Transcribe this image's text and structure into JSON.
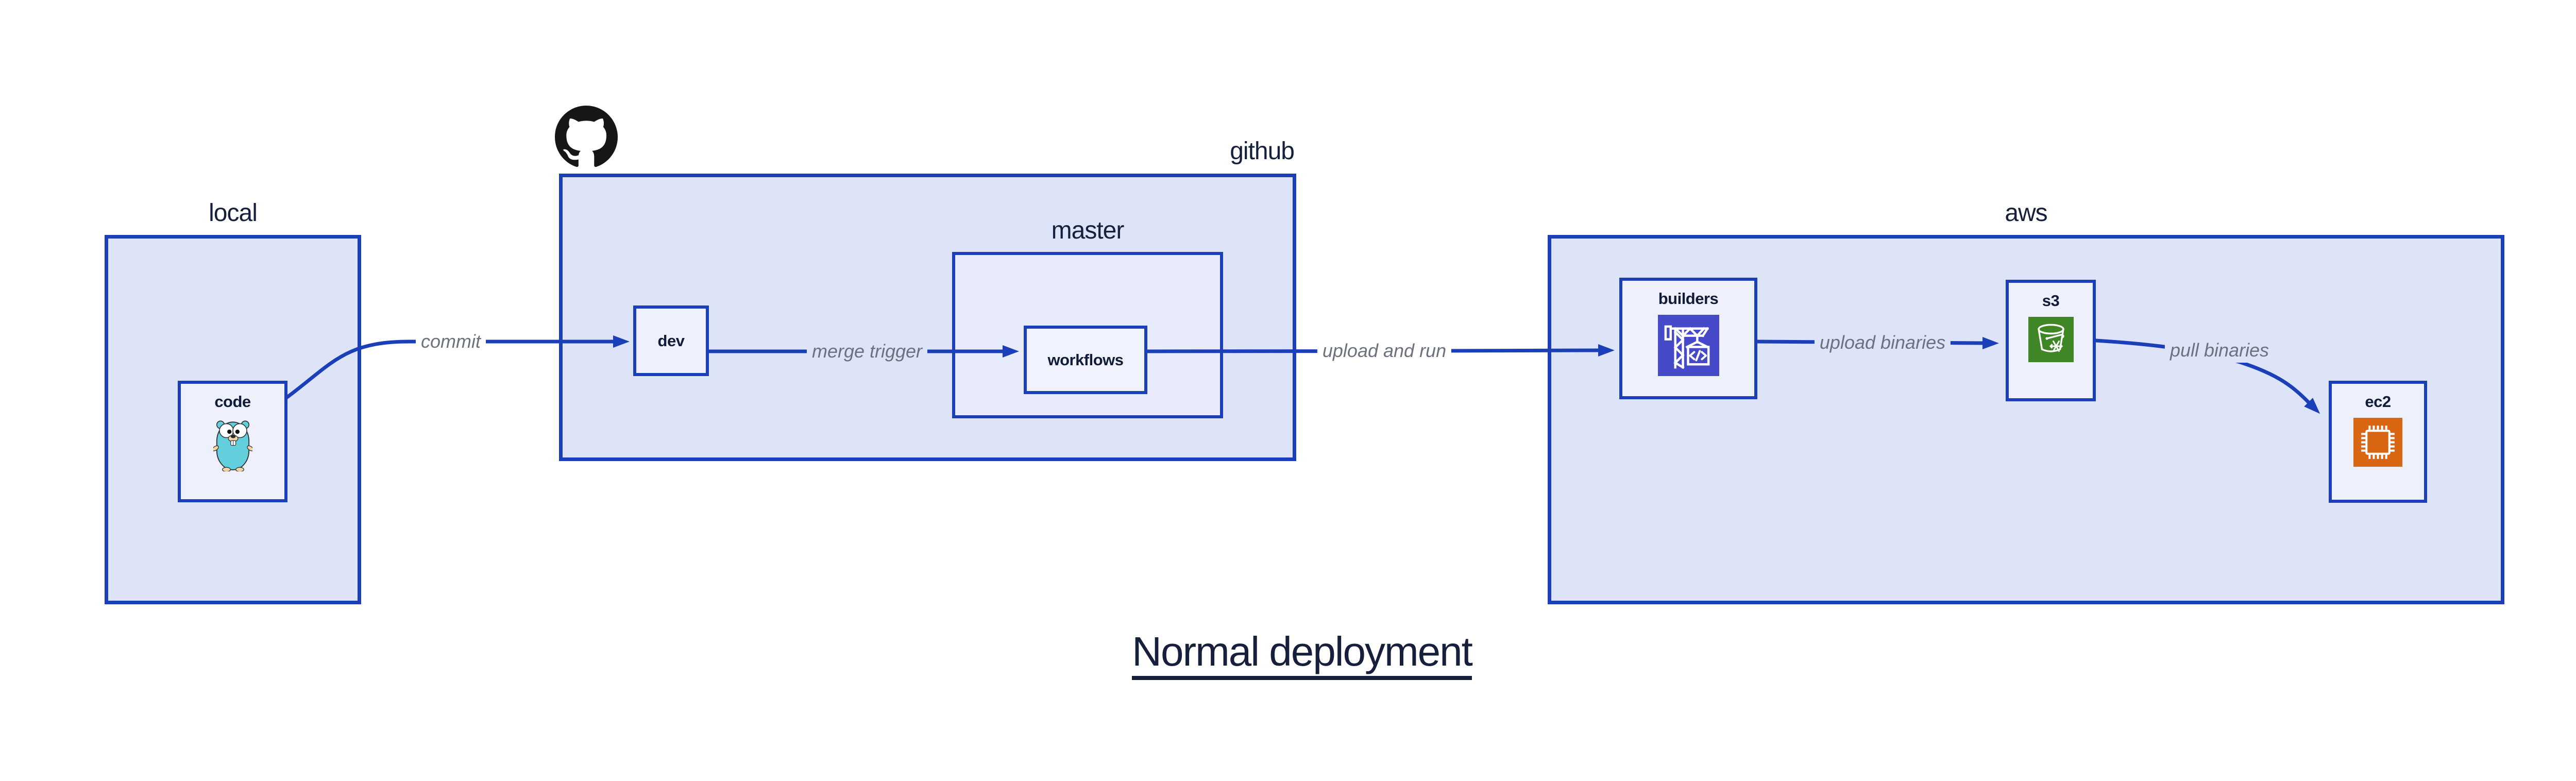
{
  "diagram": {
    "title": "Normal deployment",
    "containers": {
      "local": {
        "label": "local"
      },
      "github": {
        "label": "github"
      },
      "master": {
        "label": "master"
      },
      "aws": {
        "label": "aws"
      }
    },
    "nodes": {
      "code": {
        "label": "code",
        "icon": "go-gopher-icon"
      },
      "dev": {
        "label": "dev"
      },
      "workflows": {
        "label": "workflows"
      },
      "builders": {
        "label": "builders",
        "icon": "aws-codebuild-icon"
      },
      "s3": {
        "label": "s3",
        "icon": "aws-s3-glacier-icon"
      },
      "ec2": {
        "label": "ec2",
        "icon": "aws-ec2-icon"
      }
    },
    "edges": {
      "commit": {
        "label": "commit"
      },
      "merge_trigger": {
        "label": "merge trigger"
      },
      "upload_and_run": {
        "label": "upload and run"
      },
      "upload_binaries": {
        "label": "upload binaries"
      },
      "pull_binaries": {
        "label": "pull binaries"
      }
    },
    "colors": {
      "stroke_blue": "#1b3fb8",
      "container_fill": "#dde4f8",
      "subgroup_fill": "#e8ecfa",
      "node_fill": "#eef1fc",
      "edge_label_gray": "#6c717e",
      "text_dark": "#16203c",
      "codebuild_purple": "#4649c8",
      "s3_green": "#3f8624",
      "ec2_orange": "#d86613",
      "github_black": "#171515",
      "gopher_teal": "#63cfdc"
    }
  }
}
